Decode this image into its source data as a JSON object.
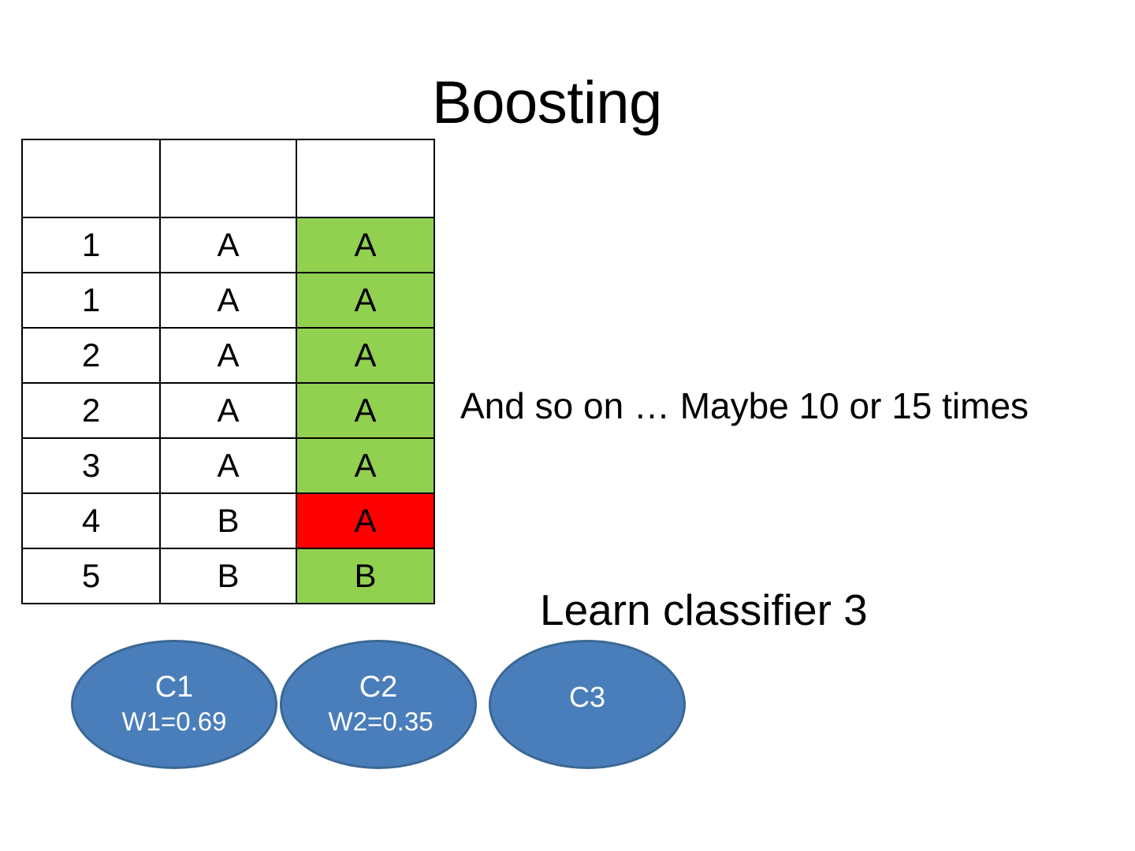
{
  "slide": {
    "title": "Boosting",
    "background_color": "#FFFFFF"
  },
  "table": {
    "columns": [
      "",
      "",
      ""
    ],
    "header_row": [
      "",
      "",
      ""
    ],
    "rows": [
      {
        "index": "1",
        "true_label": "A",
        "predicted": "A",
        "predicted_state": "correct"
      },
      {
        "index": "1",
        "true_label": "A",
        "predicted": "A",
        "predicted_state": "correct"
      },
      {
        "index": "2",
        "true_label": "A",
        "predicted": "A",
        "predicted_state": "correct"
      },
      {
        "index": "2",
        "true_label": "A",
        "predicted": "A",
        "predicted_state": "correct"
      },
      {
        "index": "3",
        "true_label": "A",
        "predicted": "A",
        "predicted_state": "correct"
      },
      {
        "index": "4",
        "true_label": "B",
        "predicted": "A",
        "predicted_state": "incorrect"
      },
      {
        "index": "5",
        "true_label": "B",
        "predicted": "B",
        "predicted_state": "correct"
      }
    ],
    "colors": {
      "correct": "#92D050",
      "incorrect": "#FF0000",
      "border": "#000000"
    }
  },
  "notes": {
    "and_so_on": "And so on … Maybe 10 or 15 times",
    "learn_classifier": "Learn classifier 3"
  },
  "classifiers": [
    {
      "name": "C1",
      "weight": "W1=0.69"
    },
    {
      "name": "C2",
      "weight": "W2=0.35"
    },
    {
      "name": "C3",
      "weight": ""
    }
  ],
  "colors": {
    "ellipse_fill": "#4A7EBB",
    "ellipse_border": "#3A6895",
    "ellipse_text": "#FFFFFF",
    "text": "#000000"
  }
}
